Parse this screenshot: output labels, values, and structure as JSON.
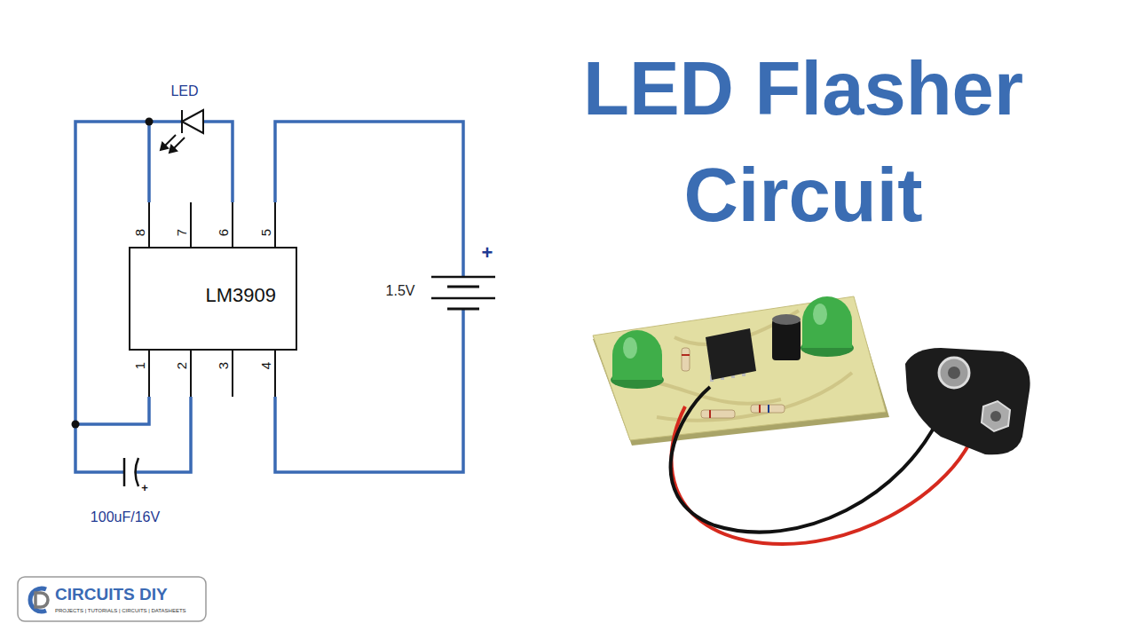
{
  "diagram": {
    "title": "LED Flasher Circuit",
    "nodes": [
      {
        "text": [
          "LM3909"
        ]
      }
    ],
    "labels": [
      "LED",
      "8",
      "7",
      "6",
      "5",
      "1",
      "2",
      "3",
      "4",
      "1.5V",
      "+",
      "+",
      "100uF/16V",
      "CIRCUITS DIY",
      "PROJECTS | TUTORIALS | CIRCUITS | DATASHEETS"
    ]
  }
}
